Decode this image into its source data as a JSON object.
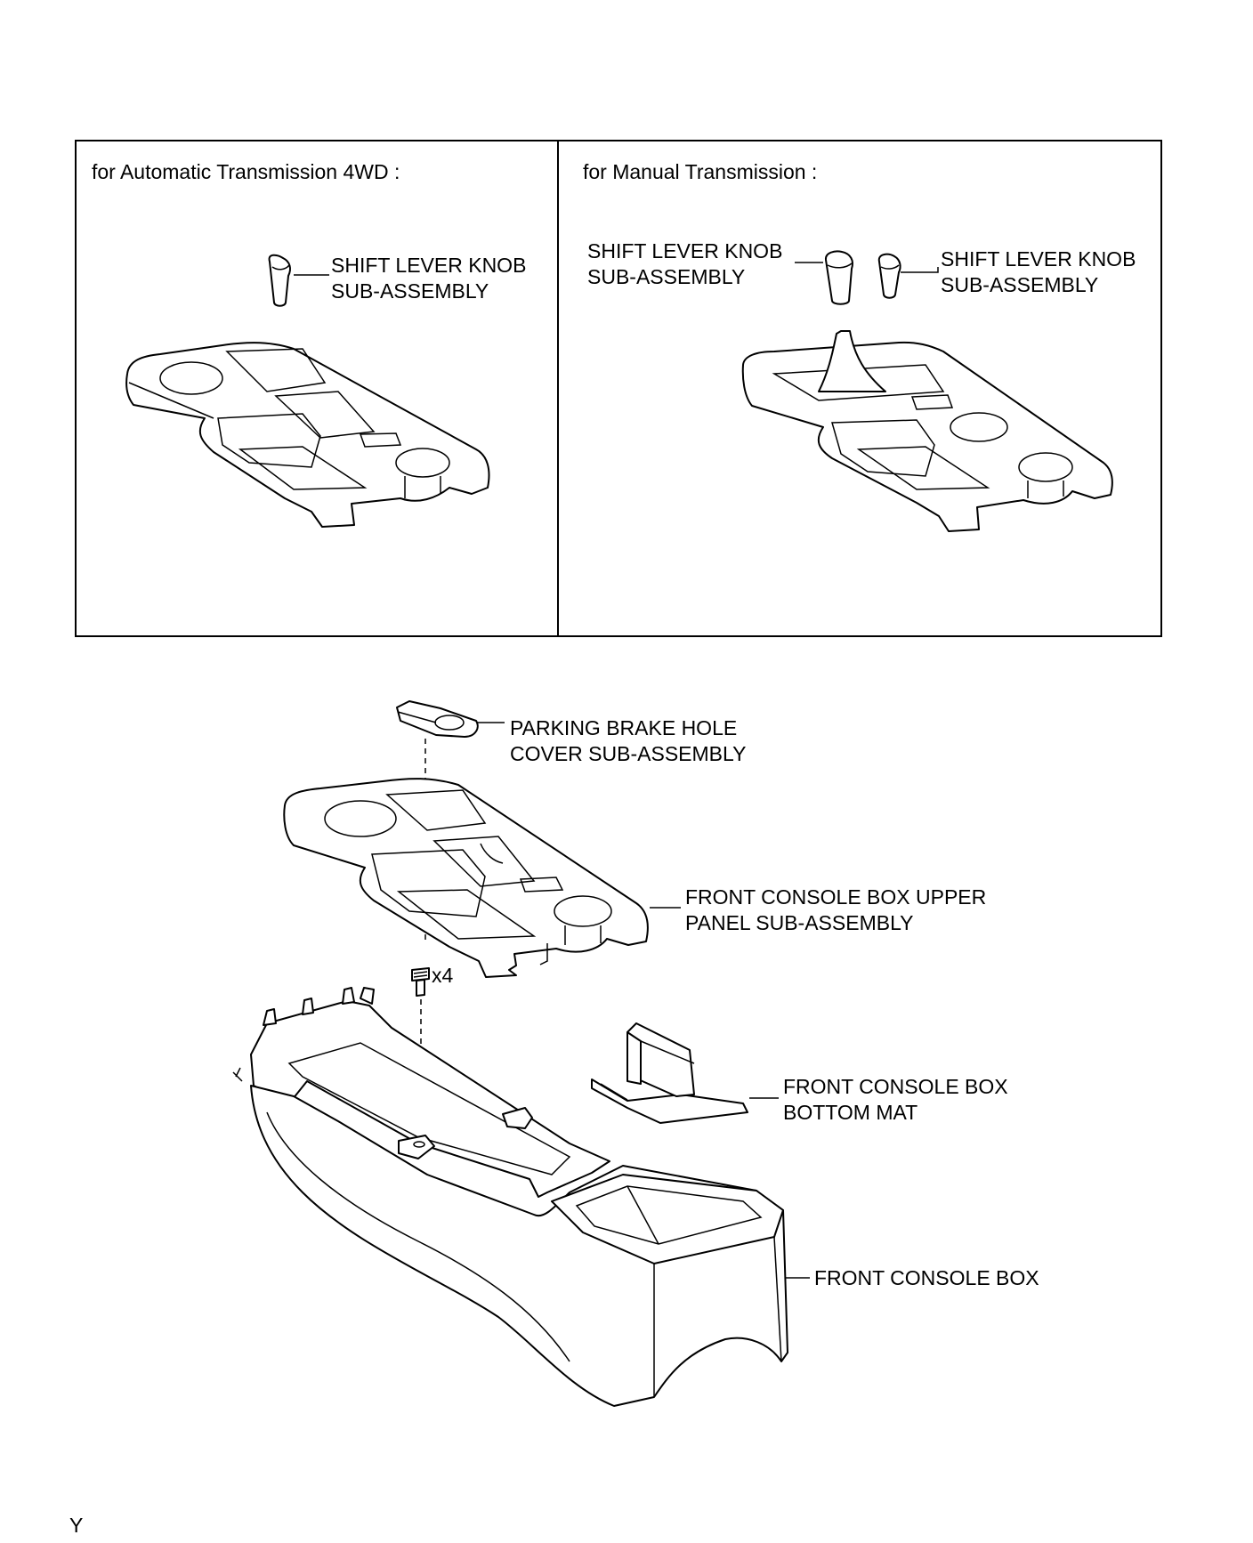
{
  "inset": {
    "automatic": {
      "header": "for Automatic   Transmission 4WD  :",
      "knob_label": [
        "SHIFT LEVER KNOB",
        "SUB-ASSEMBLY"
      ]
    },
    "manual": {
      "header": "for Manual  Transmission  :",
      "knob_label_left": [
        "SHIFT LEVER KNOB",
        "SUB-ASSEMBLY"
      ],
      "knob_label_right": [
        "SHIFT LEVER KNOB",
        "SUB-ASSEMBLY"
      ]
    }
  },
  "main": {
    "parking_cover_label": [
      "PARKING BRAKE HOLE",
      "COVER SUB-ASSEMBLY"
    ],
    "upper_panel_label": [
      "FRONT CONSOLE BOX UPPER",
      "PANEL SUB-ASSEMBLY"
    ],
    "screw_qty": "x4",
    "bottom_mat_label": [
      "FRONT CONSOLE BOX",
      "BOTTOM MAT"
    ],
    "console_box_label": "FRONT CONSOLE BOX"
  },
  "footer_code": "Y"
}
